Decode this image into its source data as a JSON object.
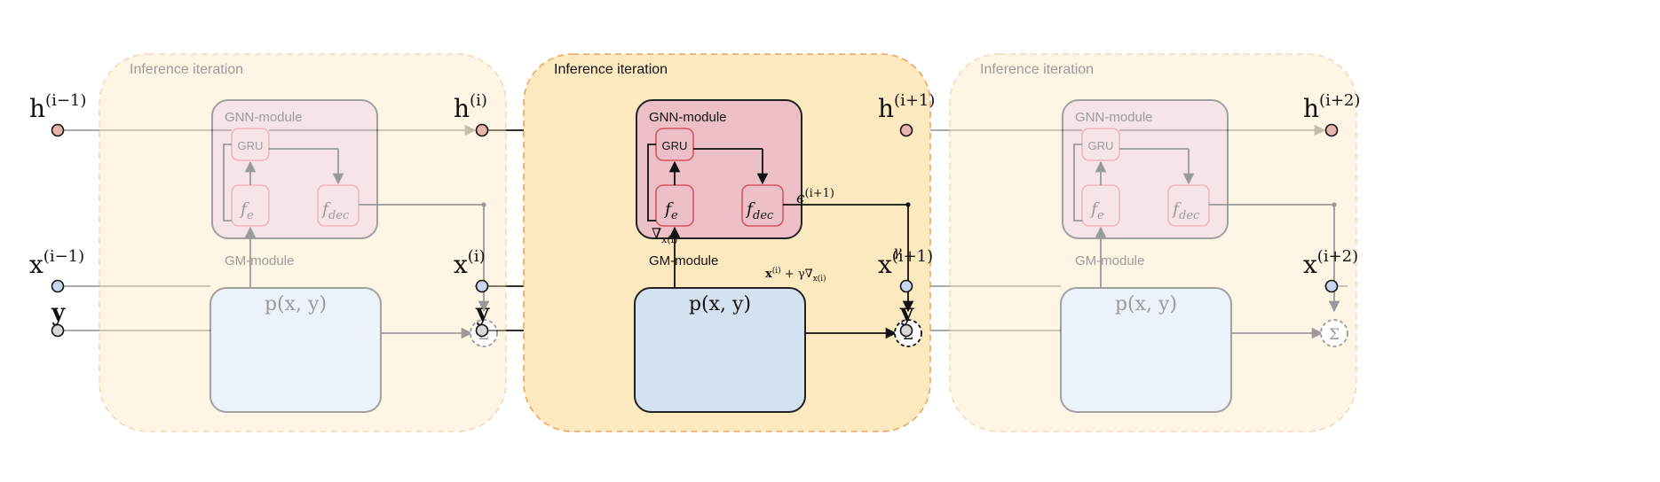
{
  "blocks": [
    {
      "iteration_label": "Inference iteration",
      "gnn_label": "GNN-module",
      "gru_label": "GRU",
      "fe": {
        "base": "f",
        "sub": "e"
      },
      "fdec": {
        "base": "f",
        "sub": "dec"
      },
      "gm_label": "GM-module",
      "gm_formula": "p(x, y)",
      "sum_symbol": "Σ"
    },
    {
      "iteration_label": "Inference iteration",
      "gnn_label": "GNN-module",
      "gru_label": "GRU",
      "fe": {
        "base": "f",
        "sub": "e"
      },
      "fdec": {
        "base": "f",
        "sub": "dec"
      },
      "gm_label": "GM-module",
      "gm_formula": "p(x, y)",
      "sum_symbol": "Σ",
      "gradient_label": {
        "base": "∇",
        "sub": "x(i)"
      },
      "epsilon_label": {
        "base": "ϵ",
        "sup": "(i+1)"
      },
      "gamma_label": "γ",
      "update_label": {
        "a": "x",
        "a_sup": "(i)",
        "b": " + γ∇",
        "b_sub": "x(i)"
      }
    },
    {
      "iteration_label": "Inference iteration",
      "gnn_label": "GNN-module",
      "gru_label": "GRU",
      "fe": {
        "base": "f",
        "sub": "e"
      },
      "fdec": {
        "base": "f",
        "sub": "dec"
      },
      "gm_label": "GM-module",
      "gm_formula": "p(x, y)",
      "sum_symbol": "Σ"
    }
  ],
  "nodes": [
    {
      "h": {
        "base": "h",
        "sup": "(i−1)"
      },
      "x": {
        "base": "x",
        "sup": "(i−1)"
      },
      "y": "y"
    },
    {
      "h": {
        "base": "h",
        "sup": "(i)"
      },
      "x": {
        "base": "x",
        "sup": "(i)"
      },
      "y": "y"
    },
    {
      "h": {
        "base": "h",
        "sup": "(i+1)"
      },
      "x": {
        "base": "x",
        "sup": "(i+1)"
      },
      "y": "y"
    },
    {
      "h": {
        "base": "h",
        "sup": "(i+2)"
      },
      "x": {
        "base": "x",
        "sup": "(i+2)"
      }
    }
  ],
  "colors": {
    "iteration_fill": "#fde9c0",
    "iteration_border": "#f0a45e",
    "gnn_fill": "#ecc0c6",
    "gnn_border": "#222222",
    "inner_box_border": "#d9535f",
    "gm_fill": "#d3e1f1",
    "h_node": "#e6b4aa",
    "x_node": "#c7d7f0",
    "y_node": "#d8d8d8",
    "line": "#111111"
  }
}
